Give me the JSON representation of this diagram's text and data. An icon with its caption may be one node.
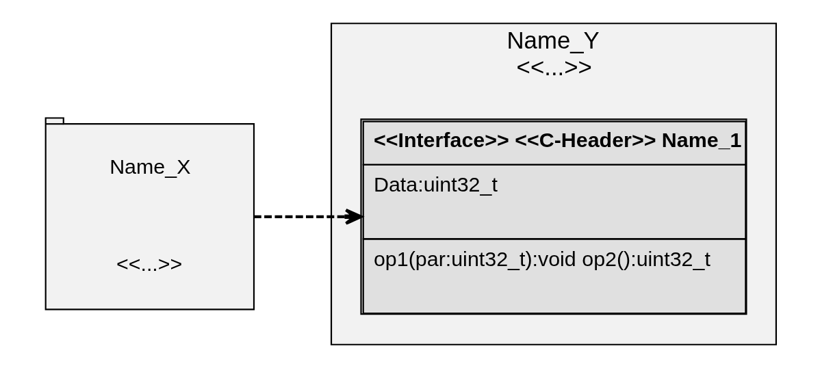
{
  "diagram": {
    "nodes": [
      {
        "text": [
          "Name_X",
          "<<...>>"
        ]
      },
      {
        "text": [
          "Name_Y",
          "<<...>>"
        ]
      },
      {
        "text": [
          "<<Interface>> <<C-Header>> Name_1",
          "Data:uint32_t",
          "op1(par:uint32_t):void op2():uint32_t"
        ],
        "in": 1
      }
    ],
    "edges": [
      {
        "from": 0,
        "to": 2,
        "arrow": "to",
        "style": "dashed"
      }
    ]
  }
}
